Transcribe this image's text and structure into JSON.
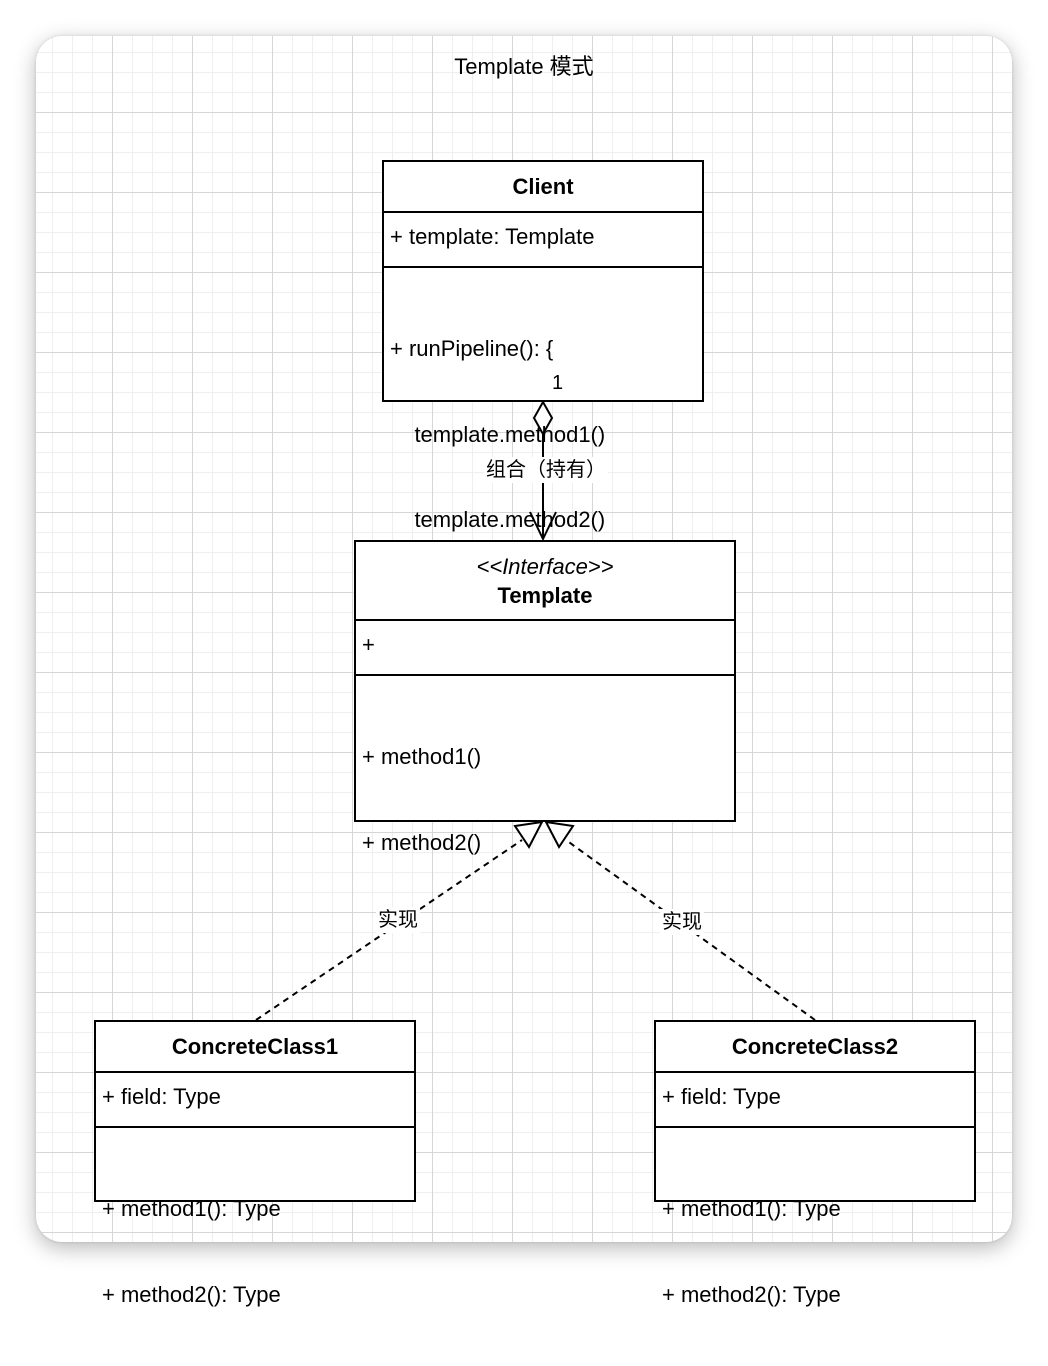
{
  "diagram": {
    "title": "Template 模式"
  },
  "client": {
    "name": "Client",
    "attribute": "+ template: Template",
    "operations": [
      "+ runPipeline(): {",
      "    template.method1()",
      "    template.method2()",
      "}"
    ]
  },
  "template": {
    "stereotype": "<<Interface>>",
    "name": "Template",
    "attribute": "+",
    "operations": [
      "+ method1()",
      "+ method2()"
    ]
  },
  "concrete1": {
    "name": "ConcreteClass1",
    "attribute": "+ field: Type",
    "operations": [
      "+ method1(): Type",
      "+ method2(): Type"
    ]
  },
  "concrete2": {
    "name": "ConcreteClass2",
    "attribute": "+ field: Type",
    "operations": [
      "+ method1(): Type",
      "+ method2(): Type"
    ]
  },
  "relations": {
    "aggregation_label": "组合（持有）",
    "multiplicity": "1",
    "realization1_label": "实现",
    "realization2_label": "实现"
  }
}
